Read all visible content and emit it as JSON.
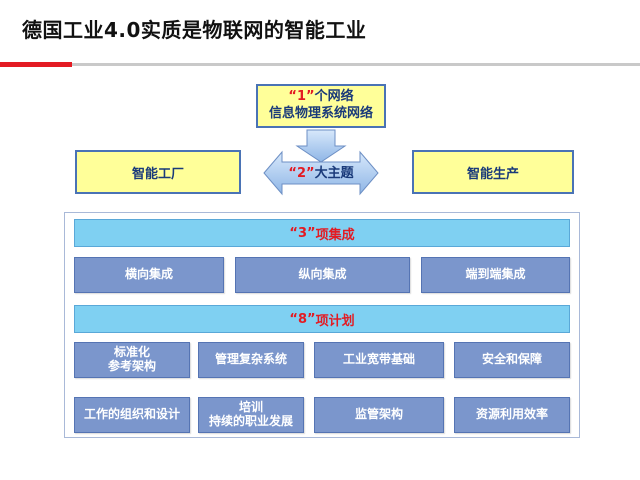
{
  "header": {
    "title": "德国工业4.0实质是物联网的智能工业"
  },
  "top_box": {
    "quote_number": "“1”",
    "line1_rest": "个网络",
    "line2": "信息物理系统网络"
  },
  "left_box": {
    "label": "智能工厂"
  },
  "right_box": {
    "label": "智能生产"
  },
  "center_arrow": {
    "quote_number": "“2”",
    "rest": "大主题"
  },
  "band1": {
    "quote_number": "“3”",
    "rest": "项集成"
  },
  "integrations": [
    "横向集成",
    "纵向集成",
    "端到端集成"
  ],
  "band2": {
    "quote_number": "“8”",
    "rest": "项计划"
  },
  "plans_row1": [
    {
      "line1": "标准化",
      "line2": "参考架构"
    },
    {
      "line1": "管理复杂系统",
      "line2": ""
    },
    {
      "line1": "工业宽带基础",
      "line2": ""
    },
    {
      "line1": "安全和保障",
      "line2": ""
    }
  ],
  "plans_row2": [
    {
      "line1": "工作的组织和设计",
      "line2": ""
    },
    {
      "line1": "培训",
      "line2": "持续的职业发展"
    },
    {
      "line1": "监管架构",
      "line2": ""
    },
    {
      "line1": "资源利用效率",
      "line2": ""
    }
  ],
  "colors": {
    "accent_red": "#e31b23",
    "highlight_yellow": "#ffff99",
    "band_blue": "#7fd0f2",
    "cell_blue": "#7b96cc",
    "arrow_blue": "#a9c9ee"
  }
}
